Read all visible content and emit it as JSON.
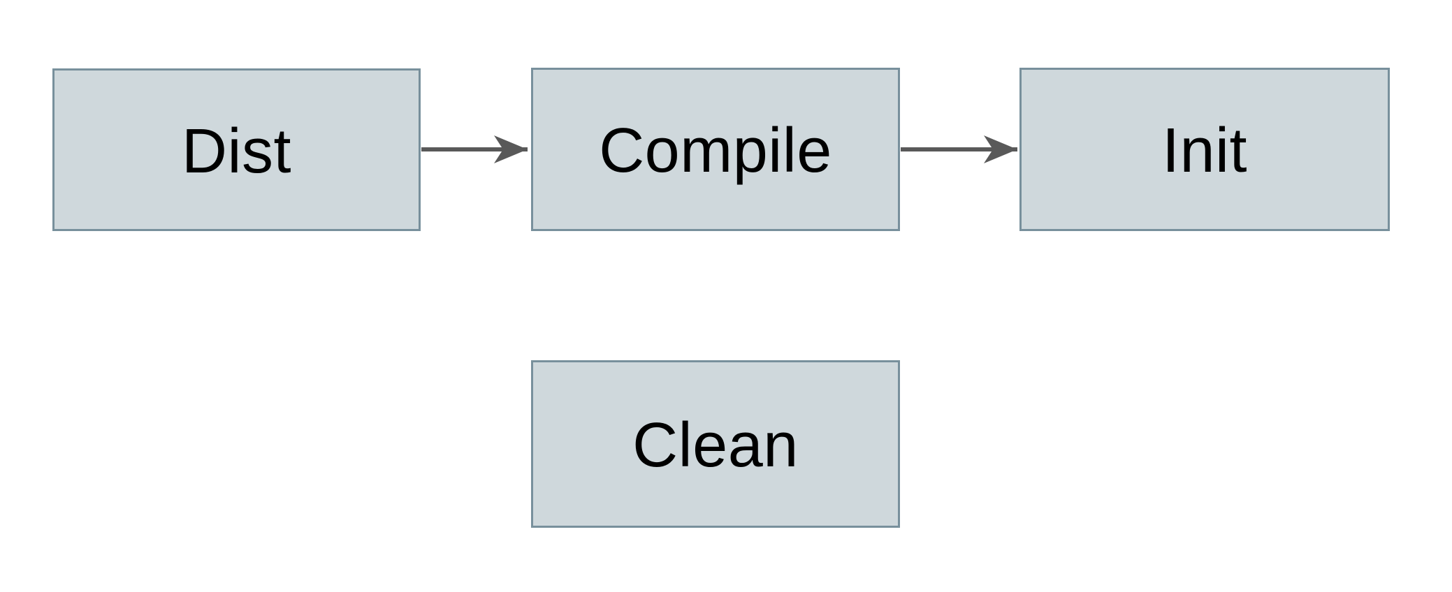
{
  "diagram": {
    "type": "flowchart",
    "nodes": [
      {
        "id": "dist",
        "label": "Dist"
      },
      {
        "id": "compile",
        "label": "Compile"
      },
      {
        "id": "init",
        "label": "Init"
      },
      {
        "id": "clean",
        "label": "Clean"
      }
    ],
    "edges": [
      {
        "from": "dist",
        "to": "compile",
        "style": "arrow-right"
      },
      {
        "from": "compile",
        "to": "init",
        "style": "arrow-right"
      }
    ],
    "colors": {
      "node_fill": "#cfd8dc",
      "node_border": "#78909c",
      "arrow": "#595959",
      "text": "#000000",
      "background": "#ffffff"
    }
  }
}
